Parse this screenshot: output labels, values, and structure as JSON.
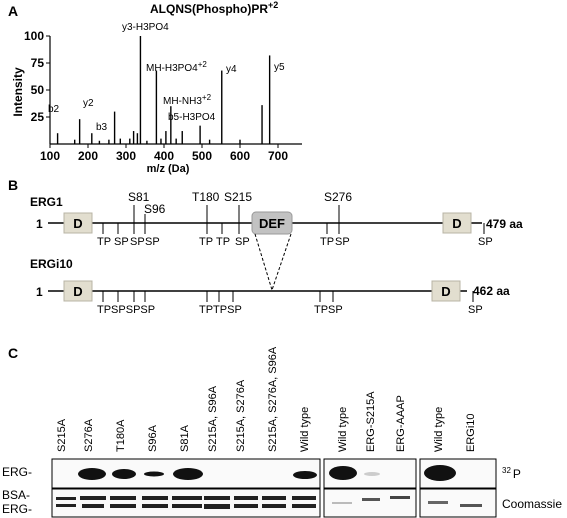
{
  "panelA": {
    "letter": "A",
    "title": "ALQNS(Phospho)PR",
    "title_sup": "+2",
    "xlabel": "m/z (Da)",
    "ylabel": "Intensity",
    "yticks": [
      "100",
      "75",
      "50",
      "25"
    ],
    "xticks": [
      "100",
      "200",
      "300",
      "400",
      "500",
      "600",
      "700"
    ],
    "peak_labels": {
      "y3": "y3-H3PO4",
      "mh_h3po4": "MH-H3PO4",
      "mh_h3po4_sup": "+2",
      "y4": "y4",
      "y5": "y5",
      "mh_nh3": "MH-NH3",
      "mh_nh3_sup": "+2",
      "b5": "b5-H3PO4",
      "y2": "y2",
      "b2": "b2",
      "b3": "b3"
    }
  },
  "chart_data": {
    "type": "bar",
    "xlabel": "m/z (Da)",
    "ylabel": "Intensity",
    "xlim": [
      100,
      720
    ],
    "ylim": [
      0,
      100
    ],
    "peaks": [
      {
        "x": 120,
        "y": 10
      },
      {
        "x": 165,
        "y": 4
      },
      {
        "x": 178,
        "y": 23
      },
      {
        "x": 210,
        "y": 10
      },
      {
        "x": 230,
        "y": 3
      },
      {
        "x": 255,
        "y": 4
      },
      {
        "x": 270,
        "y": 30
      },
      {
        "x": 285,
        "y": 5
      },
      {
        "x": 310,
        "y": 5
      },
      {
        "x": 320,
        "y": 12
      },
      {
        "x": 330,
        "y": 10
      },
      {
        "x": 338,
        "y": 100
      },
      {
        "x": 355,
        "y": 3
      },
      {
        "x": 380,
        "y": 68
      },
      {
        "x": 392,
        "y": 5
      },
      {
        "x": 405,
        "y": 12
      },
      {
        "x": 418,
        "y": 35
      },
      {
        "x": 432,
        "y": 5
      },
      {
        "x": 448,
        "y": 12
      },
      {
        "x": 495,
        "y": 17
      },
      {
        "x": 520,
        "y": 4
      },
      {
        "x": 552,
        "y": 68
      },
      {
        "x": 600,
        "y": 4
      },
      {
        "x": 658,
        "y": 36
      },
      {
        "x": 678,
        "y": 82
      }
    ]
  },
  "panelB": {
    "letter": "B",
    "erg1_label": "ERG1",
    "erg1_start": "1",
    "erg1_end": "479 aa",
    "ergi10_label": "ERGi10",
    "ergi10_start": "1",
    "ergi10_end": "462 aa",
    "domain_d": "D",
    "domain_def": "DEF",
    "sites": [
      "S81",
      "S96",
      "T180",
      "S215",
      "S276"
    ],
    "motifs_erg1": [
      "TP",
      "SP",
      "SP",
      "SP",
      "TP",
      "TP",
      "SP",
      "TP",
      "SP",
      "SP"
    ],
    "motifs_ergi10": [
      "TPSPSPSP",
      "TPTPSP",
      "TPSP",
      "SP"
    ]
  },
  "panelC": {
    "letter": "C",
    "lanes_group1": [
      "S215A",
      "S276A",
      "T180A",
      "S96A",
      "S81A",
      "S215A, S96A",
      "S215A, S276A",
      "S215A, S276A, S96A",
      "Wild type"
    ],
    "lanes_group2": [
      "Wild type",
      "ERG-S215A",
      "ERG-AAAP"
    ],
    "lanes_group3": [
      "Wild type",
      "ERGi10"
    ],
    "row_erg": "ERG-",
    "row_bsa": "BSA-",
    "row_erg2": "ERG-",
    "p32_sup": "32",
    "p32_label": "P",
    "coomassie": "Coomassie"
  }
}
